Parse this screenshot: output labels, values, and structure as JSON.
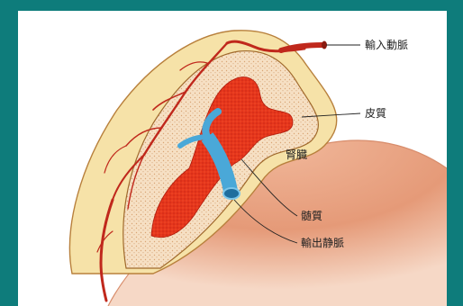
{
  "labels": {
    "afferent_artery": "輸入動脈",
    "cortex": "皮質",
    "kidney": "腎臓",
    "medulla": "髄質",
    "efferent_vein": "輸出静脈"
  },
  "colors": {
    "frame": "#0e7c7b",
    "panel": "#ffffff",
    "capsule": "#f6e2a8",
    "cortex_fill": "#f4dcc0",
    "medulla": "#e8341c",
    "artery": "#c0281c",
    "vein": "#4aa8d8",
    "kidney_surface": "#e9a586"
  }
}
